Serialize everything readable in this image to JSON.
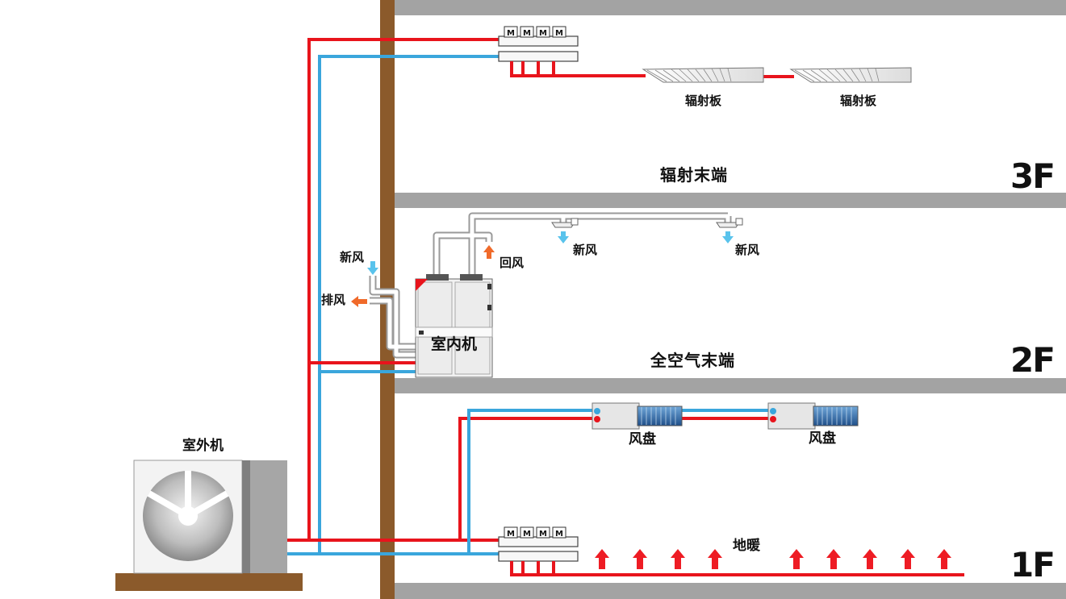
{
  "labels": {
    "outdoor_unit": "室外机",
    "indoor_unit": "室内机",
    "radiant_panel_1": "辐射板",
    "radiant_panel_2": "辐射板",
    "radiant_terminal": "辐射末端",
    "fresh_air_in": "新风",
    "exhaust_air": "排风",
    "return_air": "回风",
    "fresh_air_out_1": "新风",
    "fresh_air_out_2": "新风",
    "all_air_terminal": "全空气末端",
    "fan_coil_1": "风盘",
    "fan_coil_2": "风盘",
    "floor_heating": "地暖"
  },
  "floors": {
    "third": "3F",
    "second": "2F",
    "first": "1F"
  },
  "manifold_valve": "M",
  "colors": {
    "supply_pipe": "#e8141c",
    "return_pipe": "#3aa6dc",
    "wall": "#8b5a2b",
    "slab": "#a3a3a3",
    "fresh_arrow": "#59c3ec",
    "exhaust_arrow": "#f06a2a",
    "heat_arrow": "#ee1c24"
  }
}
